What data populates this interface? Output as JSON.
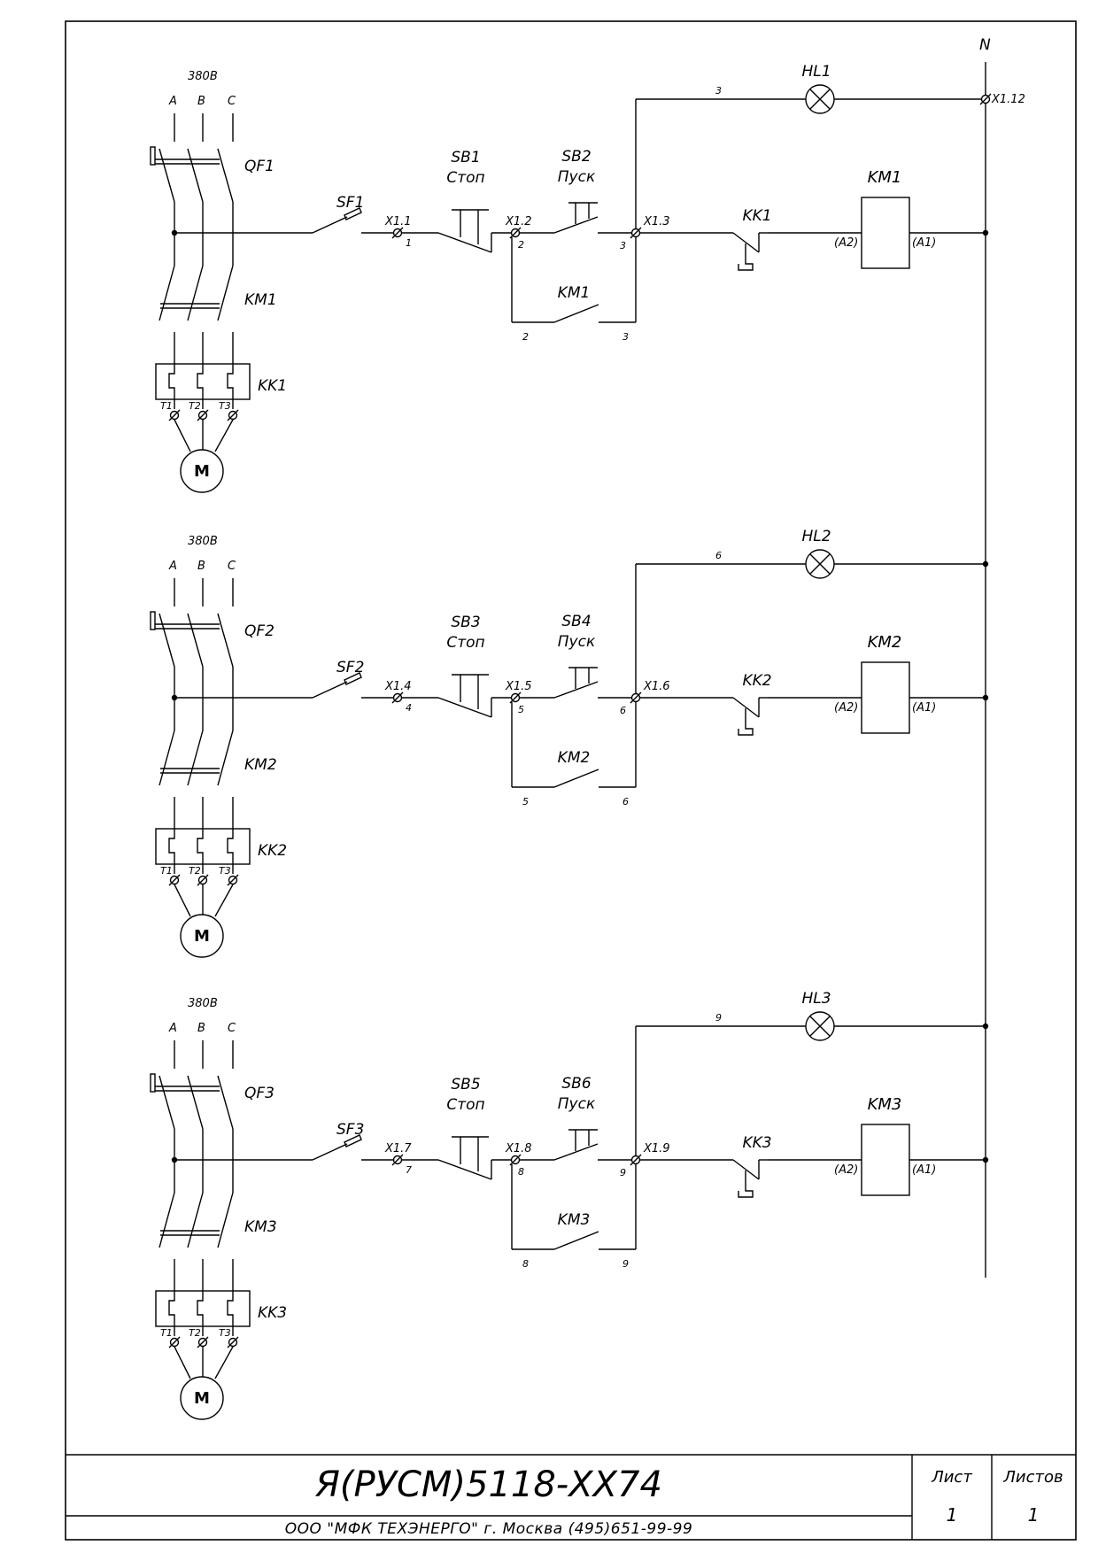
{
  "neutral_label": "N",
  "neutral_terminal": "X1.12",
  "circuits": [
    {
      "voltage": "380В",
      "phases": [
        "A",
        "B",
        "C"
      ],
      "breaker": "QF1",
      "contactor": "KM1",
      "overload": "KK1",
      "motor": "M",
      "thermal_terminals": [
        "T1",
        "T2",
        "T3"
      ],
      "fuse": "SF1",
      "t_in": "X1.1",
      "w_in": "1",
      "stop_button": "SB1",
      "stop_text": "Стоп",
      "t_mid": "X1.2",
      "w_mid": "2",
      "start_button": "SB2",
      "start_text": "Пуск",
      "t_out": "X1.3",
      "w_out": "3",
      "lamp": "HL1",
      "lamp_wire": "3",
      "coil": "KM1",
      "coil_a2": "(A2)",
      "coil_a1": "(A1)",
      "relay_contact": "KK1",
      "hold_contact": "KM1",
      "hold_w1": "2",
      "hold_w2": "3"
    },
    {
      "voltage": "380В",
      "phases": [
        "A",
        "B",
        "C"
      ],
      "breaker": "QF2",
      "contactor": "KM2",
      "overload": "KK2",
      "motor": "M",
      "thermal_terminals": [
        "T1",
        "T2",
        "T3"
      ],
      "fuse": "SF2",
      "t_in": "X1.4",
      "w_in": "4",
      "stop_button": "SB3",
      "stop_text": "Стоп",
      "t_mid": "X1.5",
      "w_mid": "5",
      "start_button": "SB4",
      "start_text": "Пуск",
      "t_out": "X1.6",
      "w_out": "6",
      "lamp": "HL2",
      "lamp_wire": "6",
      "coil": "KM2",
      "coil_a2": "(A2)",
      "coil_a1": "(A1)",
      "relay_contact": "KK2",
      "hold_contact": "KM2",
      "hold_w1": "5",
      "hold_w2": "6"
    },
    {
      "voltage": "380В",
      "phases": [
        "A",
        "B",
        "C"
      ],
      "breaker": "QF3",
      "contactor": "KM3",
      "overload": "KK3",
      "motor": "M",
      "thermal_terminals": [
        "T1",
        "T2",
        "T3"
      ],
      "fuse": "SF3",
      "t_in": "X1.7",
      "w_in": "7",
      "stop_button": "SB5",
      "stop_text": "Стоп",
      "t_mid": "X1.8",
      "w_mid": "8",
      "start_button": "SB6",
      "start_text": "Пуск",
      "t_out": "X1.9",
      "w_out": "9",
      "lamp": "HL3",
      "lamp_wire": "9",
      "coil": "KM3",
      "coil_a2": "(A2)",
      "coil_a1": "(A1)",
      "relay_contact": "KK3",
      "hold_contact": "KM3",
      "hold_w1": "8",
      "hold_w2": "9"
    }
  ],
  "title_block": {
    "designation": "Я(РУСМ)5118-XX74",
    "organization": "ООО \"МФК ТЕХЭНЕРГО\" г. Москва (495)651-99-99",
    "sheet_label": "Лист",
    "sheet_value": "1",
    "sheets_label": "Листов",
    "sheets_value": "1"
  }
}
